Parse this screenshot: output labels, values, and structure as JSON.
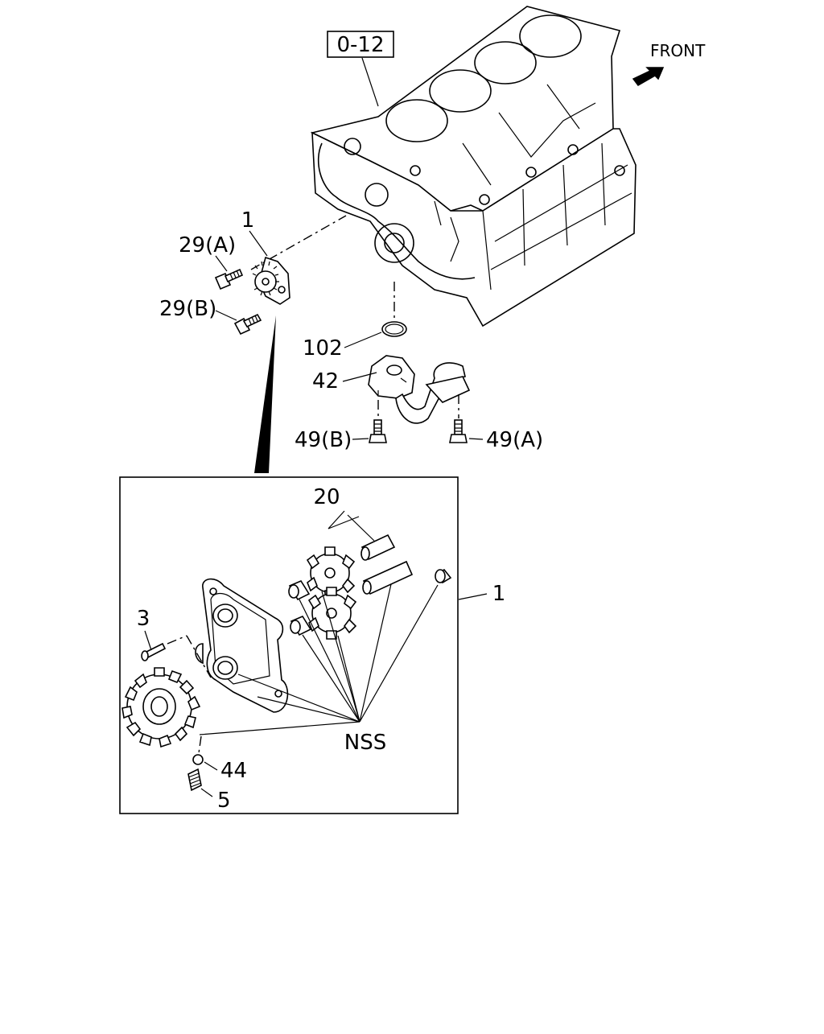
{
  "reference_box": "0-12",
  "direction_label": "FRONT",
  "callouts": {
    "bolt_29a": "29(A)",
    "bolt_29b": "29(B)",
    "pump_top": "1",
    "oring": "102",
    "pipe": "42",
    "bolt_49b": "49(B)",
    "bolt_49a": "49(A)",
    "gear_shafts": "20",
    "pump_assembly": "1",
    "pin": "3",
    "nss": "NSS",
    "ball": "44",
    "spring": "5"
  },
  "colors": {
    "line": "#000000",
    "background": "#ffffff"
  }
}
